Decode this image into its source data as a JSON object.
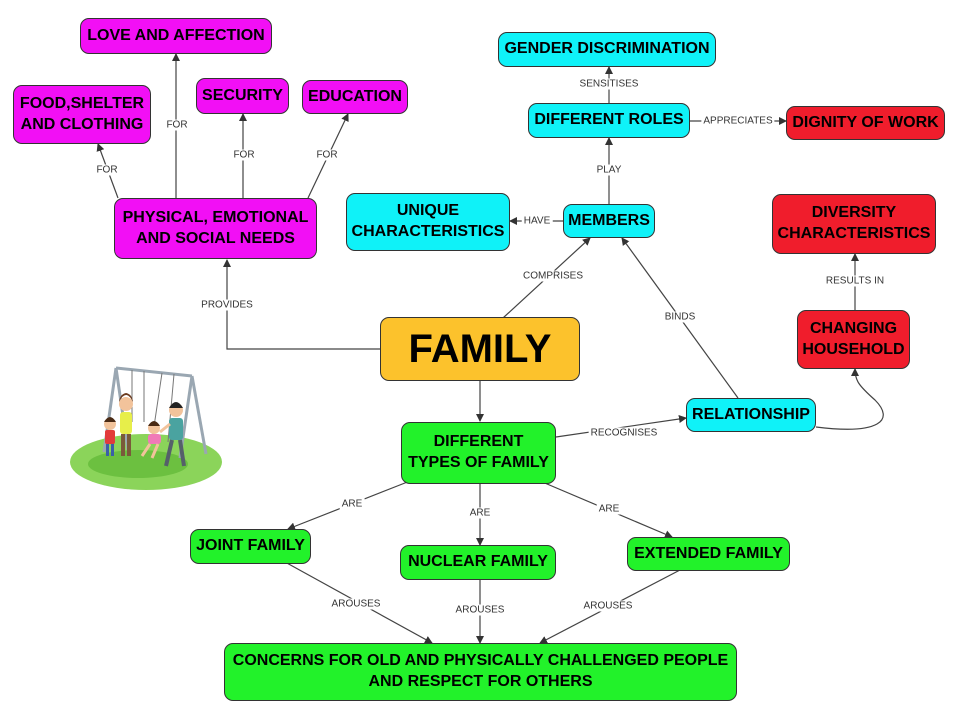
{
  "nodes": {
    "family": "FAMILY",
    "love": "LOVE AND AFFECTION",
    "food": "FOOD,SHELTER\nAND CLOTHING",
    "security": "SECURITY",
    "education": "EDUCATION",
    "needs": "PHYSICAL, EMOTIONAL\nAND SOCIAL NEEDS",
    "gender": "GENDER DISCRIMINATION",
    "roles": "DIFFERENT ROLES",
    "dignity": "DIGNITY OF WORK",
    "unique": "UNIQUE\nCHARACTERISTICS",
    "members": "MEMBERS",
    "diversity": "DIVERSITY\nCHARACTERISTICS",
    "changing": "CHANGING\nHOUSEHOLD",
    "relationship": "RELATIONSHIP",
    "types": "DIFFERENT\nTYPES OF FAMILY",
    "joint": "JOINT FAMILY",
    "nuclear": "NUCLEAR FAMILY",
    "extended": "EXTENDED FAMILY",
    "concerns": "CONCERNS FOR OLD AND PHYSICALLY CHALLENGED PEOPLE\nAND RESPECT FOR OTHERS"
  },
  "links": {
    "for_food": "FOR",
    "for_love": "FOR",
    "for_security": "FOR",
    "for_education": "FOR",
    "provides": "PROVIDES",
    "comprises": "COMPRISES",
    "have": "HAVE",
    "play": "PLAY",
    "sensitises": "SENSITISES",
    "appreciates": "APPRECIATES",
    "binds": "BINDS",
    "results_in": "RESULTS IN",
    "recognises": "RECOGNISES",
    "are_joint": "ARE",
    "are_nuclear": "ARE",
    "are_extended": "ARE",
    "arouses_joint": "AROUSES",
    "arouses_nuclear": "AROUSES",
    "arouses_extended": "AROUSES"
  },
  "colors": {
    "magenta": "#f20ff5",
    "cyan": "#0ff2f8",
    "red": "#f01d2c",
    "green": "#22f22a",
    "gold": "#fcc22c"
  },
  "illustration": "family-playground-clipart"
}
